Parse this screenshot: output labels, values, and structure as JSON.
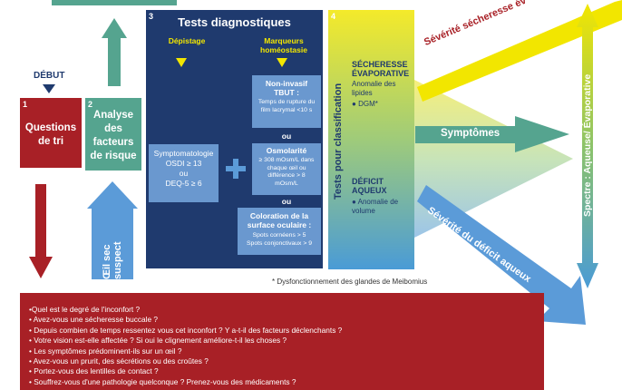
{
  "start_label": "DÉBUT",
  "step1": {
    "number": "1",
    "label": "Questions de tri"
  },
  "step2": {
    "number": "2",
    "label": "Analyse des facteurs de risque"
  },
  "suspect_label": "Œil sec suspect",
  "step3": {
    "number": "3",
    "title": "Tests diagnostiques",
    "screening_label": "Dépistage",
    "markers_label": "Marqueurs homéostasie",
    "symptomatology": "Symptomatologie\nOSDI ≥ 13\nou\nDEQ-5 ≥ 6",
    "noninvasive": {
      "title": "Non-invasif\nTBUT :",
      "detail": "Temps de rupture du film lacrymal <10 s"
    },
    "or1": "ou",
    "osmolarity": {
      "title": "Osmolarité",
      "detail": "≥ 308 mOsm/L dans chaque œil ou différence > 8 mOsm/L"
    },
    "or2": "ou",
    "staining": {
      "title": "Coloration de la surface oculaire :",
      "detail": "Spots cornéens > 5\nSpots conjonctivaux > 9"
    }
  },
  "step4": {
    "number": "4",
    "vertical_label": "Tests pour classification",
    "evaporative_title": "SÉCHERESSE ÉVAPORATIVE",
    "evaporative_detail": "Anomalie des lipides",
    "evaporative_bullet": "DGM*",
    "aqueous_title": "DÉFICIT AQUEUX",
    "aqueous_bullet": "Anomalie de volume"
  },
  "severity_evap": "Sévérité sécheresse év",
  "symptoms_label": "Symptômes",
  "severity_aqueous": "Sévérité du déficit aqueux",
  "spectrum_label": "Spectre : Aqueuse/ Évaporative",
  "footnote": "* Dysfonctionnement des glandes de Meibomius",
  "questions": [
    "•Quel est le degré de l'inconfort ?",
    "• Avez-vous une sécheresse buccale ?",
    "• Depuis combien de temps ressentez vous cet inconfort ? Y a-t-il des facteurs déclenchants ?",
    "• Votre vision est-elle affectée ? Si oui le clignement améliore-t-il les choses ?",
    "• Les symptômes prédominent-ils sur un œil ?",
    "• Avez-vous un prurit, des sécrétions ou des croûtes ?",
    "• Portez-vous des lentilles de contact ?",
    "• Souffrez-vous d'une pathologie quelconque ? Prenez-vous des médicaments ?"
  ],
  "colors": {
    "red": "#a82026",
    "teal": "#55a48f",
    "navy": "#1f3a6e",
    "light_blue": "#6a98cf",
    "yellow": "#f2e600",
    "blue_arrow": "#5b9bd8"
  }
}
